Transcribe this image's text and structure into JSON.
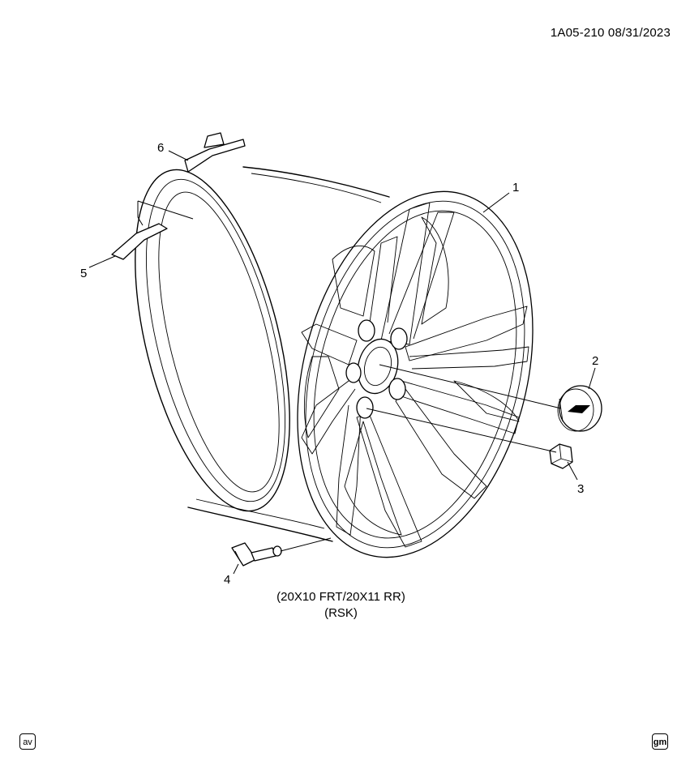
{
  "header": {
    "drawing_id": "1A05-210  08/31/2023"
  },
  "callouts": {
    "c1": "1",
    "c2": "2",
    "c3": "3",
    "c4": "4",
    "c5": "5",
    "c6": "6"
  },
  "caption": {
    "line1": "(20X10 FRT/20X11 RR)",
    "line2": "(RSK)"
  },
  "badges": {
    "left": "av",
    "right": "gm"
  }
}
